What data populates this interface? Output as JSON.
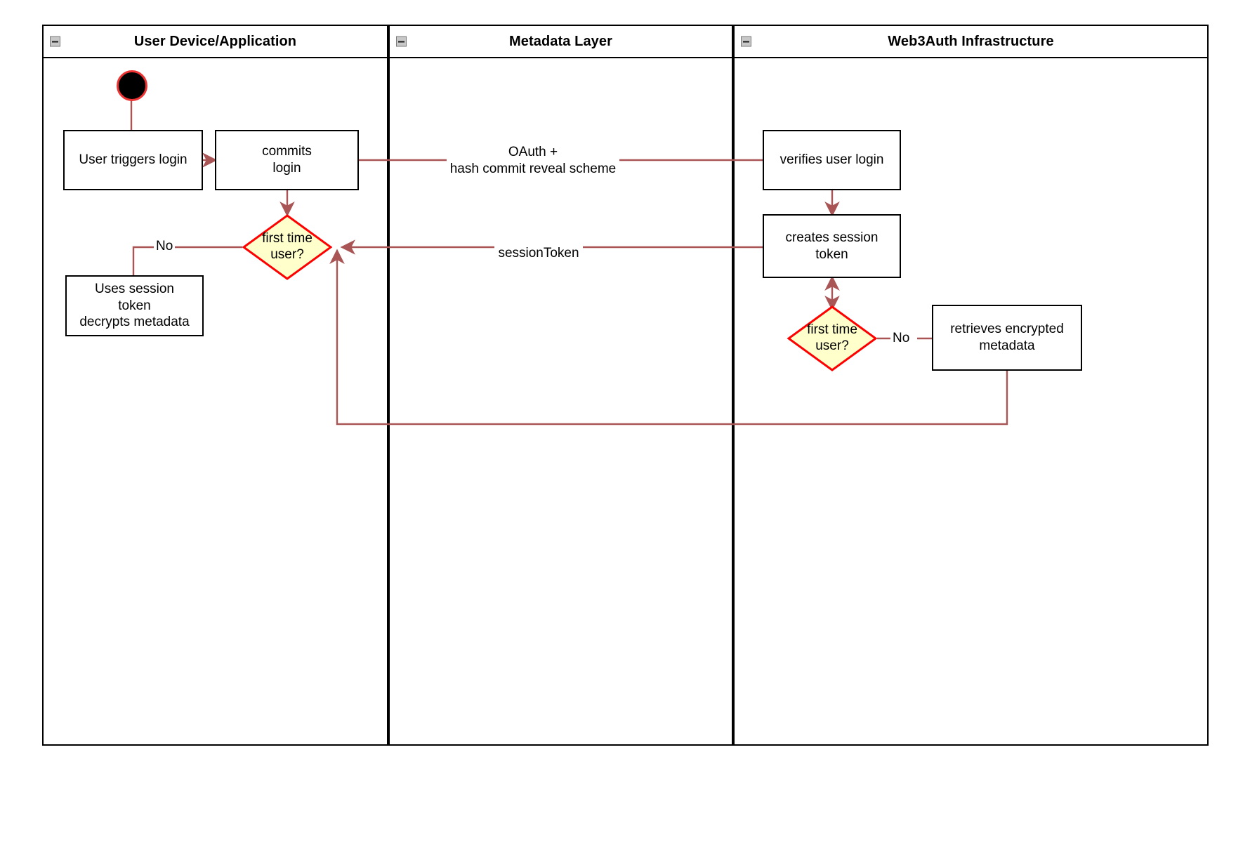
{
  "diagram": {
    "type": "uml-activity-swimlane",
    "colors": {
      "edge": "#aa5555",
      "decision_border": "#ff0000",
      "decision_fill": "#ffffcc",
      "node_border": "#000000",
      "node_fill": "#ffffff",
      "lane_border": "#000000",
      "start_node_fill": "#000000",
      "start_node_border": "#ee3333",
      "text": "#000000"
    }
  },
  "lanes": [
    {
      "id": "lane-user-device",
      "title": "User Device/Application",
      "collapse_icon": "collapse-minus-icon"
    },
    {
      "id": "lane-metadata",
      "title": "Metadata Layer",
      "collapse_icon": "collapse-minus-icon"
    },
    {
      "id": "lane-web3auth",
      "title": "Web3Auth Infrastructure",
      "collapse_icon": "collapse-minus-icon"
    }
  ],
  "nodes": {
    "start": {
      "name": "start-node",
      "label": ""
    },
    "user_triggers_login": {
      "label": "User triggers login"
    },
    "commits_login": {
      "label": "commits\nlogin",
      "line1": "commits",
      "line2": "login"
    },
    "first_time_user_left": {
      "line1": "first time",
      "line2": "user?"
    },
    "uses_session_token": {
      "line1": "Uses session",
      "line2": "token",
      "line3": "decrypts metadata"
    },
    "verifies_user_login": {
      "label": "verifies user login"
    },
    "creates_session_token": {
      "line1": "creates session",
      "line2": "token"
    },
    "first_time_user_right": {
      "line1": "first time",
      "line2": "user?"
    },
    "retrieves_encrypted_metadata": {
      "line1": "retrieves encrypted",
      "line2": "metadata"
    }
  },
  "edge_labels": {
    "oauth_line1": "OAuth +",
    "oauth_line2": "hash commit reveal scheme",
    "session_token": "sessionToken",
    "no_left": "No",
    "no_right": "No"
  }
}
